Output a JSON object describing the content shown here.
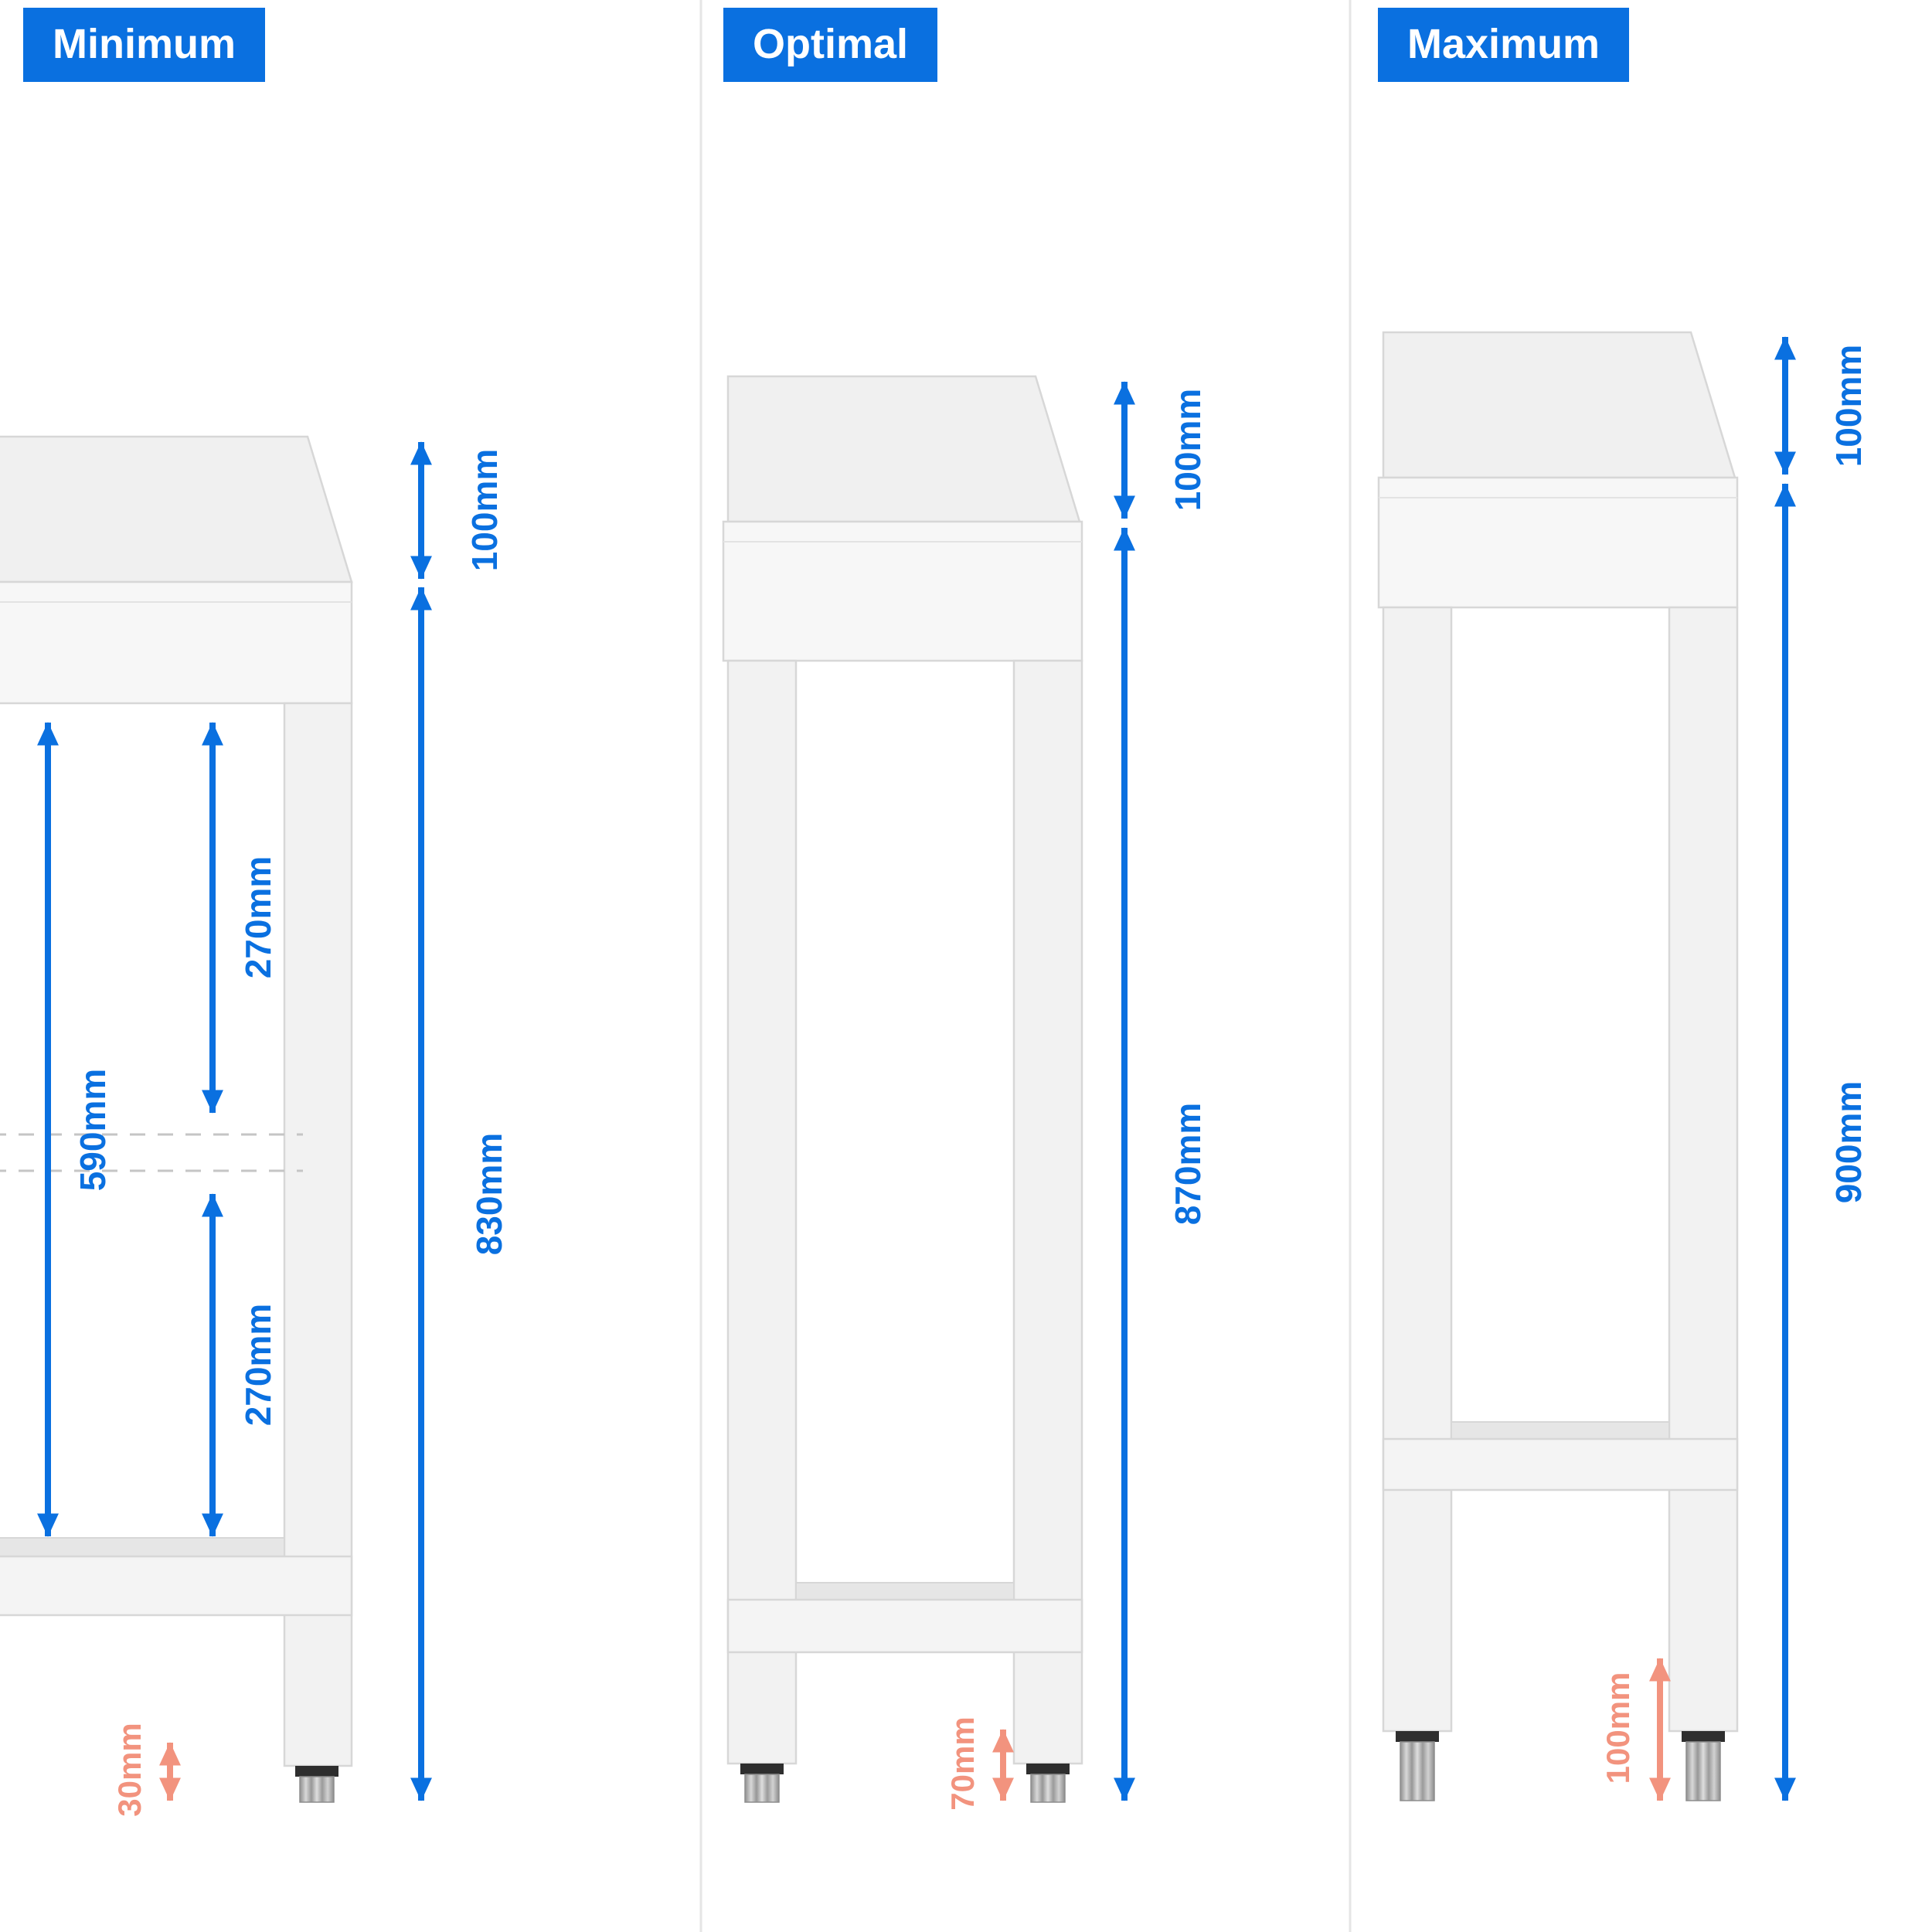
{
  "title": "Work table height variants dimension diagram",
  "colors": {
    "accent_blue": "#0A70E0",
    "accent_orange": "#F2937E",
    "table_fill": "#F3F3F3",
    "table_stroke": "#D8D8D8",
    "background": "#FFFFFF"
  },
  "panels": [
    {
      "label": "Minimum",
      "dims": {
        "backsplash": "100mm",
        "total": "830mm",
        "interior_total": "590mm",
        "interior_upper": "270mm",
        "interior_lower": "270mm",
        "foot": "30mm"
      }
    },
    {
      "label": "Optimal",
      "dims": {
        "backsplash": "100mm",
        "total": "870mm",
        "foot": "70mm"
      }
    },
    {
      "label": "Maximum",
      "dims": {
        "backsplash": "100mm",
        "total": "900mm",
        "foot": "100mm"
      }
    }
  ]
}
